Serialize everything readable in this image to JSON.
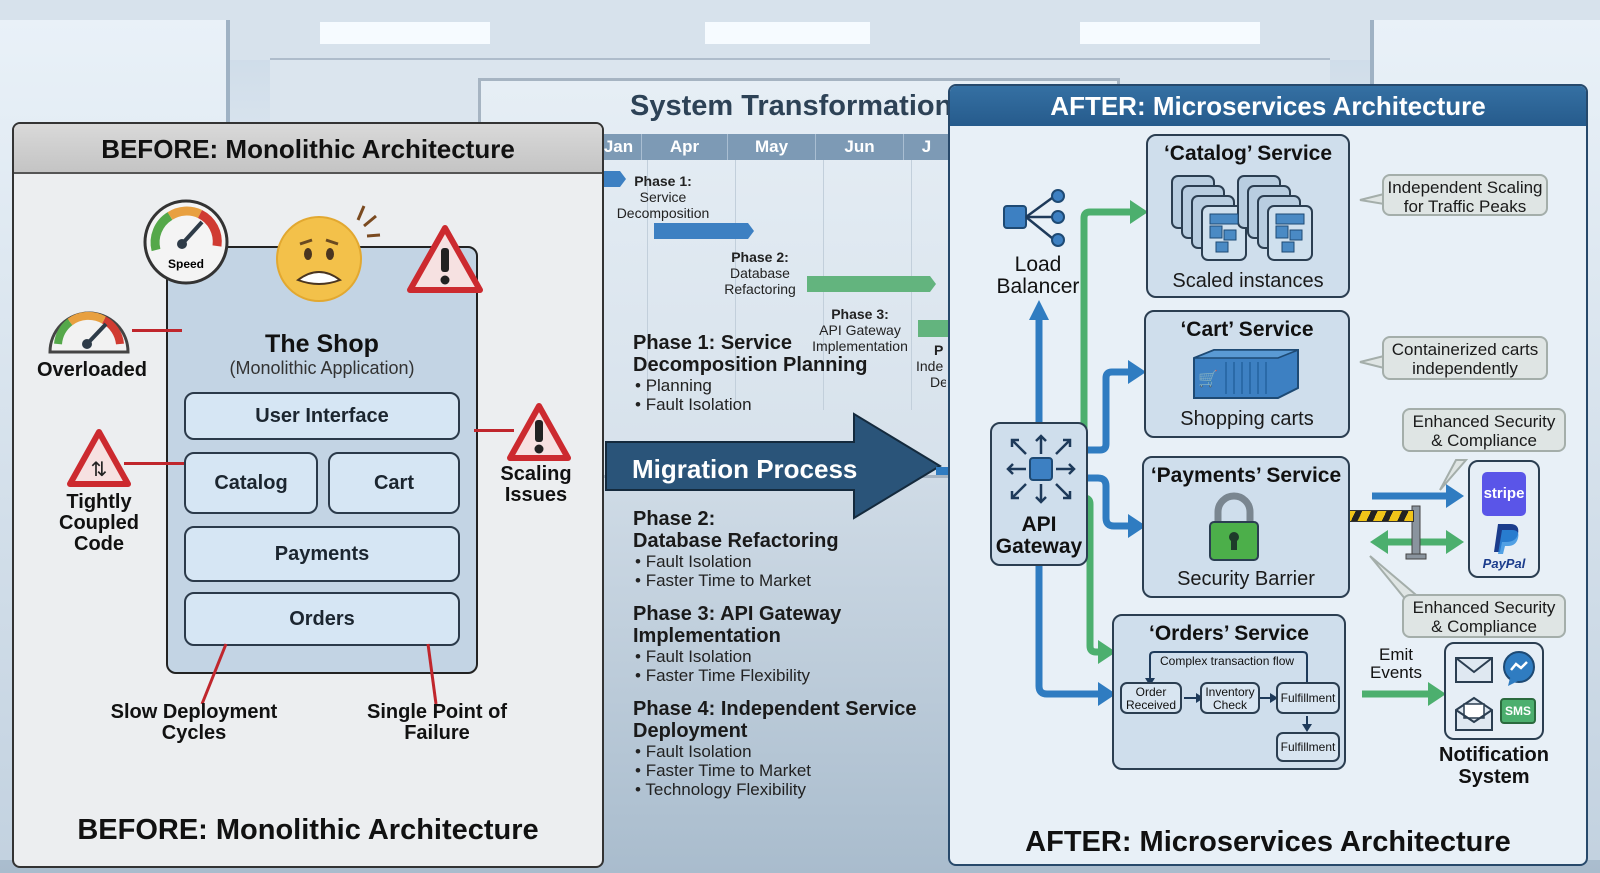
{
  "before": {
    "header": "BEFORE: Monolithic Architecture",
    "footer": "BEFORE: Monolithic Architecture",
    "shop_title": "The Shop",
    "shop_subtitle": "(Monolithic Application)",
    "gauge_label": "Speed",
    "modules": [
      "User Interface",
      "Catalog",
      "Cart",
      "Payments",
      "Orders"
    ],
    "issues": {
      "overloaded": "Overloaded",
      "tightly_coupled": [
        "Tightly",
        "Coupled",
        "Code"
      ],
      "scaling": [
        "Scaling",
        "Issues"
      ],
      "slow_deploy": [
        "Slow Deployment",
        "Cycles"
      ],
      "single_point": [
        "Single Point of",
        "Failure"
      ]
    }
  },
  "timeline": {
    "title": "System Transformation",
    "months": [
      "Jan",
      "Apr",
      "May",
      "Jun",
      "J"
    ],
    "bar_labels": {
      "p1": [
        "Phase 1:",
        "Service",
        "Decomposition"
      ],
      "p2": [
        "Phase 2:",
        "Database",
        "Refactoring"
      ],
      "p3": [
        "Phase 3:",
        "API Gateway",
        "Implementation"
      ],
      "p4": [
        "P",
        "Inde",
        "De"
      ]
    },
    "migration_label": "Migration Process",
    "phases": [
      {
        "title_1": "Phase 1: Service",
        "title_2": "Decomposition Planning",
        "bullets": [
          "Planning",
          "Fault Isolation"
        ]
      },
      {
        "title_1": "Phase 2:",
        "title_2": "Database Refactoring",
        "bullets": [
          "Fault Isolation",
          "Faster Time to Market"
        ]
      },
      {
        "title_1": "Phase 3: API Gateway",
        "title_2": "Implementation",
        "bullets": [
          "Fault Isolation",
          "Faster Time Flexibility"
        ]
      },
      {
        "title_1": "Phase 4: Independent Service",
        "title_2": "Deployment",
        "bullets": [
          "Fault Isolation",
          "Faster Time to Market",
          "Technology Flexibility"
        ]
      }
    ]
  },
  "after": {
    "header": "AFTER: Microservices Architecture",
    "footer": "AFTER: Microservices Architecture",
    "load_balancer": [
      "Load",
      "Balancer"
    ],
    "api_gateway": [
      "API",
      "Gateway"
    ],
    "services": {
      "catalog": {
        "title": "‘Catalog’ Service",
        "caption": "Scaled instances"
      },
      "cart": {
        "title": "‘Cart’ Service",
        "caption": "Shopping carts"
      },
      "payments": {
        "title": "‘Payments’ Service",
        "caption": "Security Barrier"
      },
      "orders": {
        "title": "‘Orders’ Service",
        "flow_label": "Complex transaction flow",
        "steps": [
          "Order Received",
          "Inventory Check",
          "Fulfillment",
          "Fulfillment"
        ]
      }
    },
    "callouts": {
      "catalog": [
        "Independent Scaling",
        "for Traffic Peaks"
      ],
      "cart": [
        "Containerized carts",
        "independently"
      ],
      "payments_top": [
        "Enhanced Security",
        "& Compliance"
      ],
      "payments_bottom": [
        "Enhanced Security",
        "& Compliance"
      ]
    },
    "payment_providers": [
      "stripe",
      "PayPal"
    ],
    "emit_events": [
      "Emit",
      "Events"
    ],
    "notification": {
      "label": [
        "Notification",
        "System"
      ],
      "sms": "SMS"
    }
  },
  "colors": {
    "blue_arrow": "#2f7cc1",
    "green_arrow": "#4caf6e",
    "warning_red": "#d0282e",
    "header_blue": "#2a6096",
    "stripe": "#5a55e8",
    "paypal": "#1b3c8c"
  }
}
